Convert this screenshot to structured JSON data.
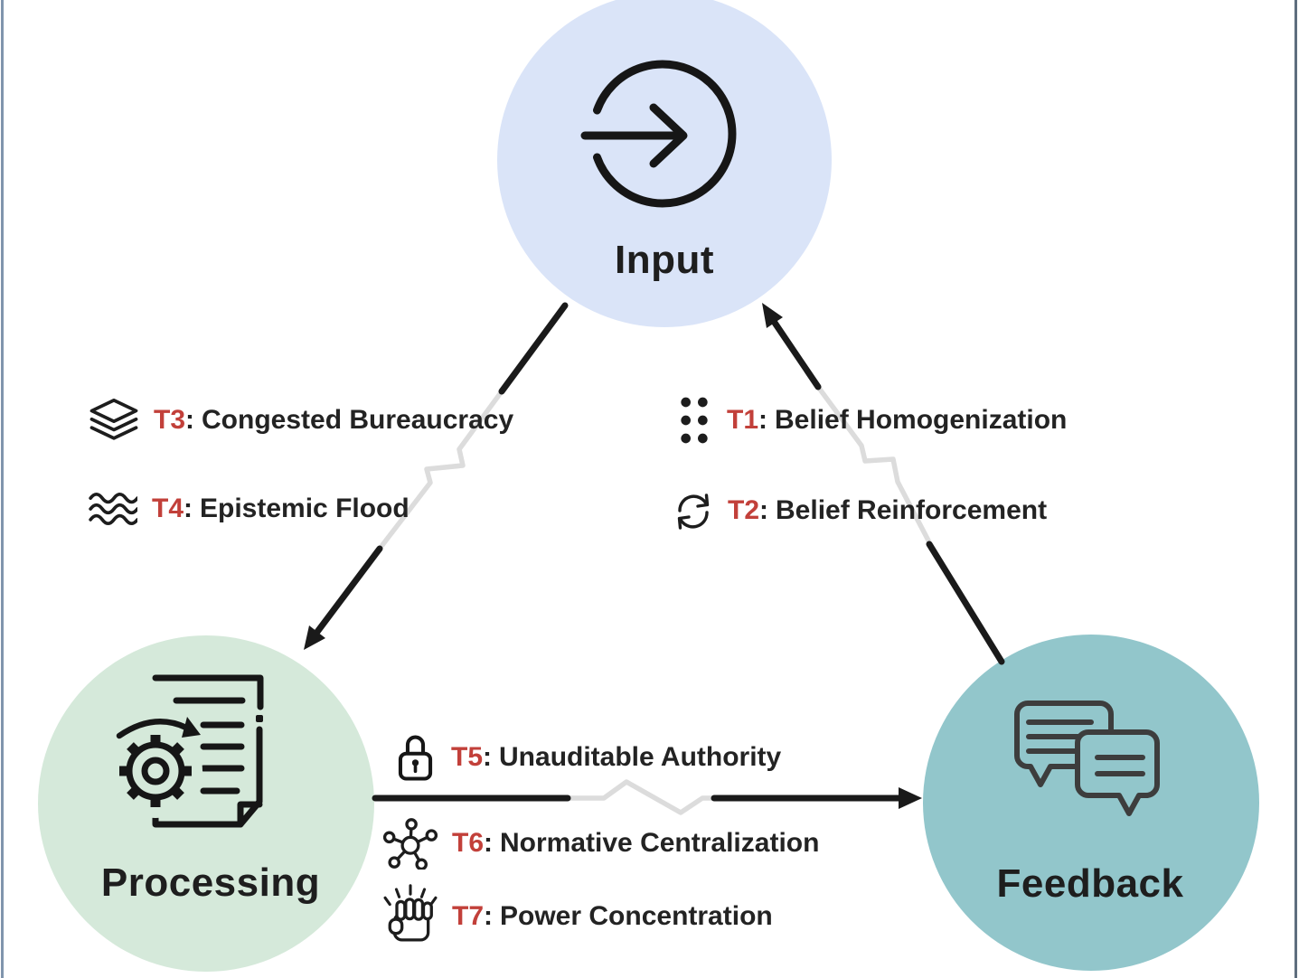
{
  "separator": ":",
  "nodes": {
    "input": {
      "label": "Input",
      "icon": "arrow-into-circle-icon"
    },
    "processing": {
      "label": "Processing",
      "icon": "document-gear-icon"
    },
    "feedback": {
      "label": "Feedback",
      "icon": "chat-bubbles-icon"
    }
  },
  "edges": {
    "input_to_processing": {
      "from": "Input",
      "to": "Processing",
      "style": "broken-arrow",
      "threats": [
        {
          "id": "T3",
          "name": "Congested Bureaucracy",
          "icon": "layers-icon"
        },
        {
          "id": "T4",
          "name": "Epistemic Flood",
          "icon": "waves-icon"
        }
      ]
    },
    "feedback_to_input": {
      "from": "Feedback",
      "to": "Input",
      "style": "broken-arrow",
      "threats": [
        {
          "id": "T1",
          "name": "Belief Homogenization",
          "icon": "grip-dots-icon"
        },
        {
          "id": "T2",
          "name": "Belief Reinforcement",
          "icon": "cycle-arrows-icon"
        }
      ]
    },
    "processing_to_feedback": {
      "from": "Processing",
      "to": "Feedback",
      "style": "broken-arrow",
      "threats": [
        {
          "id": "T5",
          "name": "Unauditable Authority",
          "icon": "lock-icon"
        },
        {
          "id": "T6",
          "name": "Normative Centralization",
          "icon": "hub-network-icon"
        },
        {
          "id": "T7",
          "name": "Power Concentration",
          "icon": "raised-fist-icon"
        }
      ]
    }
  },
  "colors": {
    "input_node": "#dae4f8",
    "processing_node": "#d5e9da",
    "feedback_node": "#92c6cb",
    "threat_id_red": "#c2403a",
    "text_black": "#232323",
    "arrow_black": "#1a1a1a",
    "broken_segment_gray": "#dcdcdc",
    "frame_border_left": "#8095ad",
    "frame_border_right": "#5f6e7e"
  }
}
